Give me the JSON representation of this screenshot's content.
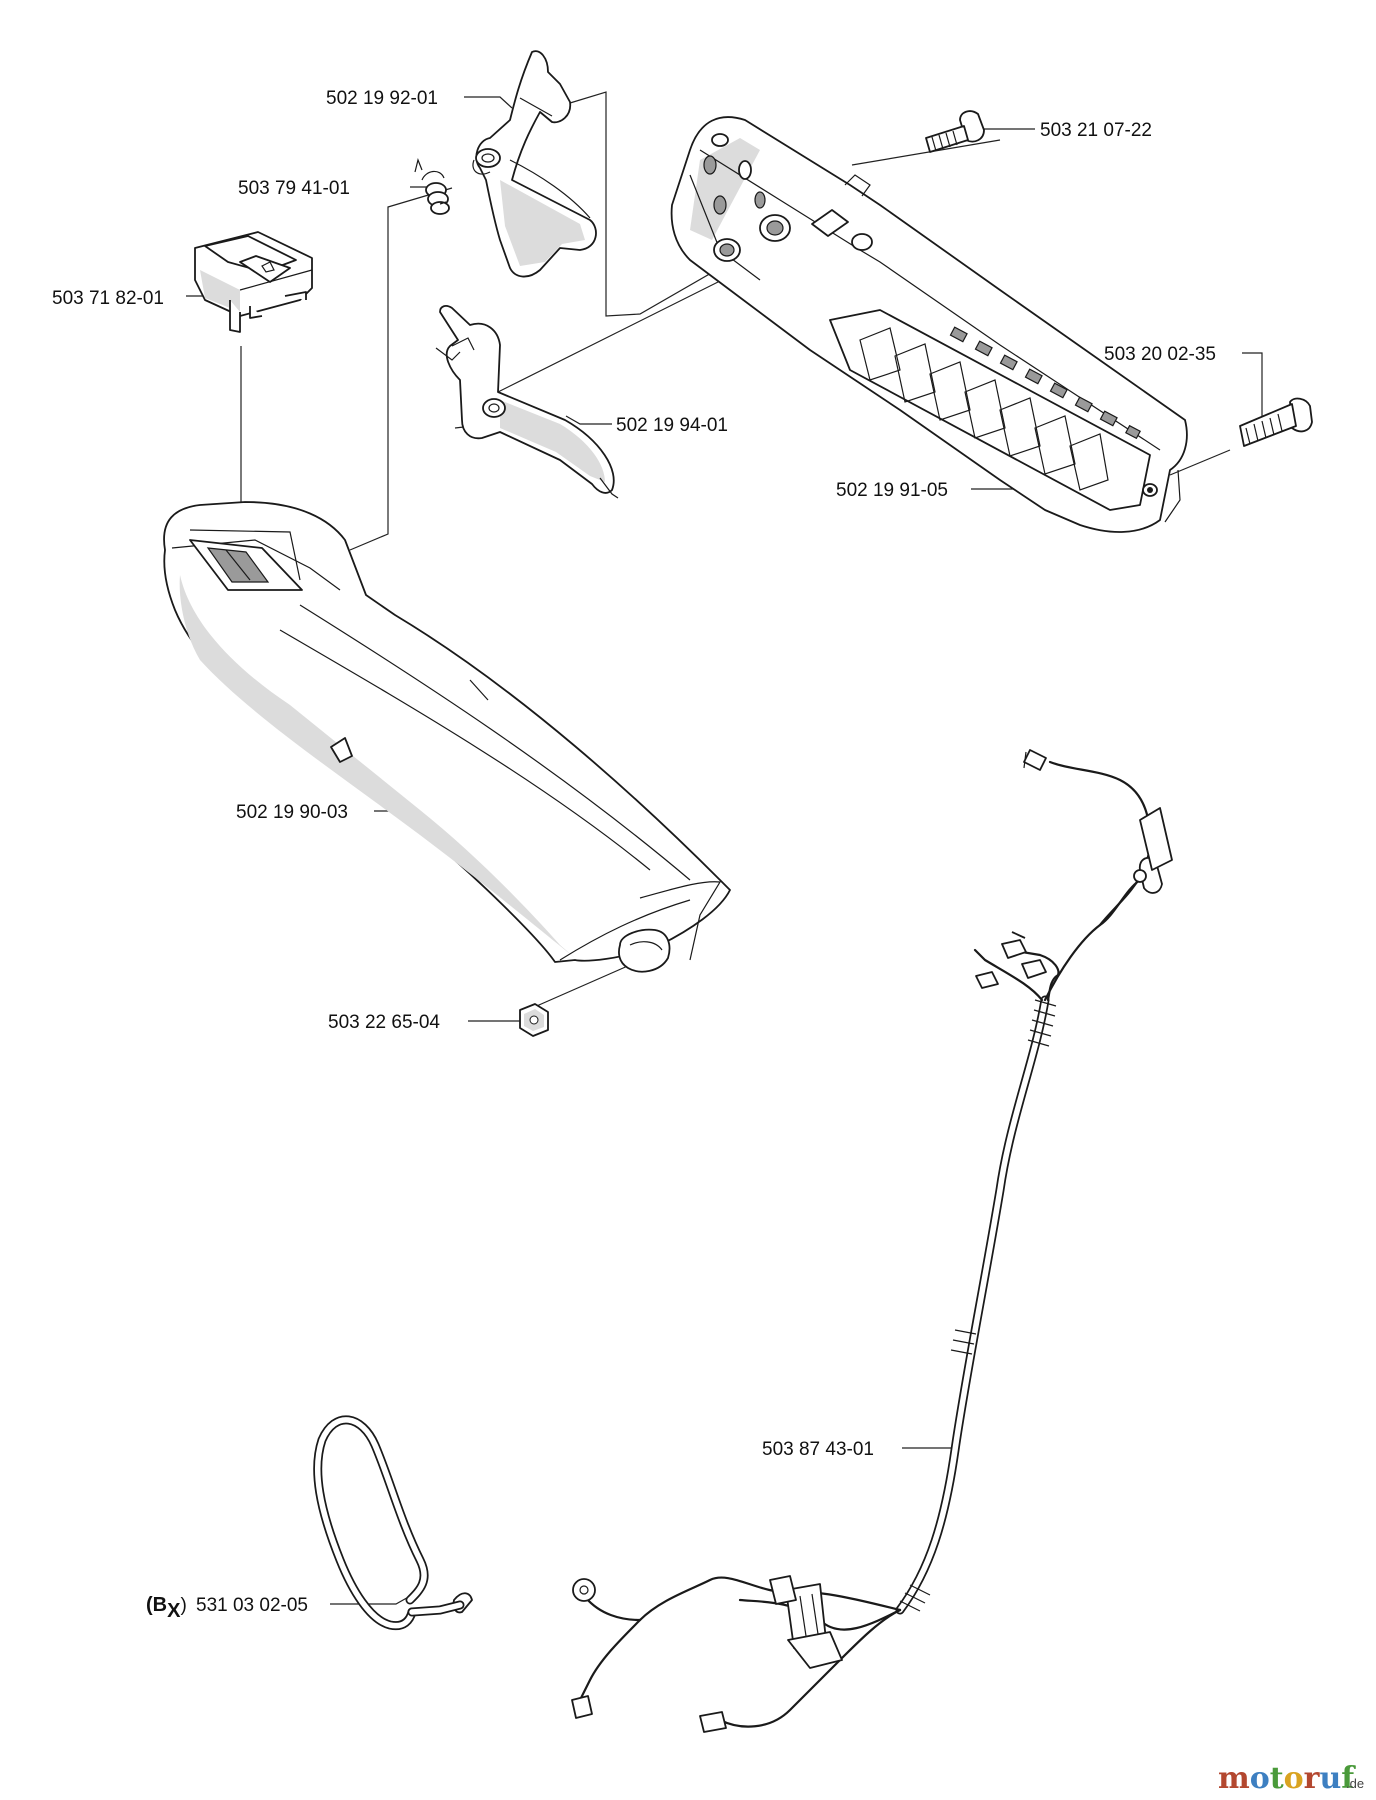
{
  "parts": [
    {
      "id": "502-19-92-01",
      "number": "502 19 92-01"
    },
    {
      "id": "503-79-41-01",
      "number": "503 79 41-01"
    },
    {
      "id": "503-71-82-01",
      "number": "503 71 82-01"
    },
    {
      "id": "503-21-07-22",
      "number": "503 21 07-22"
    },
    {
      "id": "503-20-02-35",
      "number": "503 20 02-35"
    },
    {
      "id": "502-19-94-01",
      "number": "502 19 94-01"
    },
    {
      "id": "502-19-91-05",
      "number": "502 19 91-05"
    },
    {
      "id": "502-19-90-03",
      "number": "502 19 90-03"
    },
    {
      "id": "503-22-65-04",
      "number": "503 22 65-04"
    },
    {
      "id": "503-87-43-01",
      "number": "503 87 43-01"
    },
    {
      "id": "531-03-02-05",
      "number": "531 03 02-05",
      "prefix": "(B",
      "prefix_sub": "X",
      "prefix_close": ")"
    }
  ],
  "watermark": {
    "letters": [
      "m",
      "o",
      "t",
      "o",
      "r",
      "u",
      "f"
    ],
    "suffix": ".de"
  }
}
